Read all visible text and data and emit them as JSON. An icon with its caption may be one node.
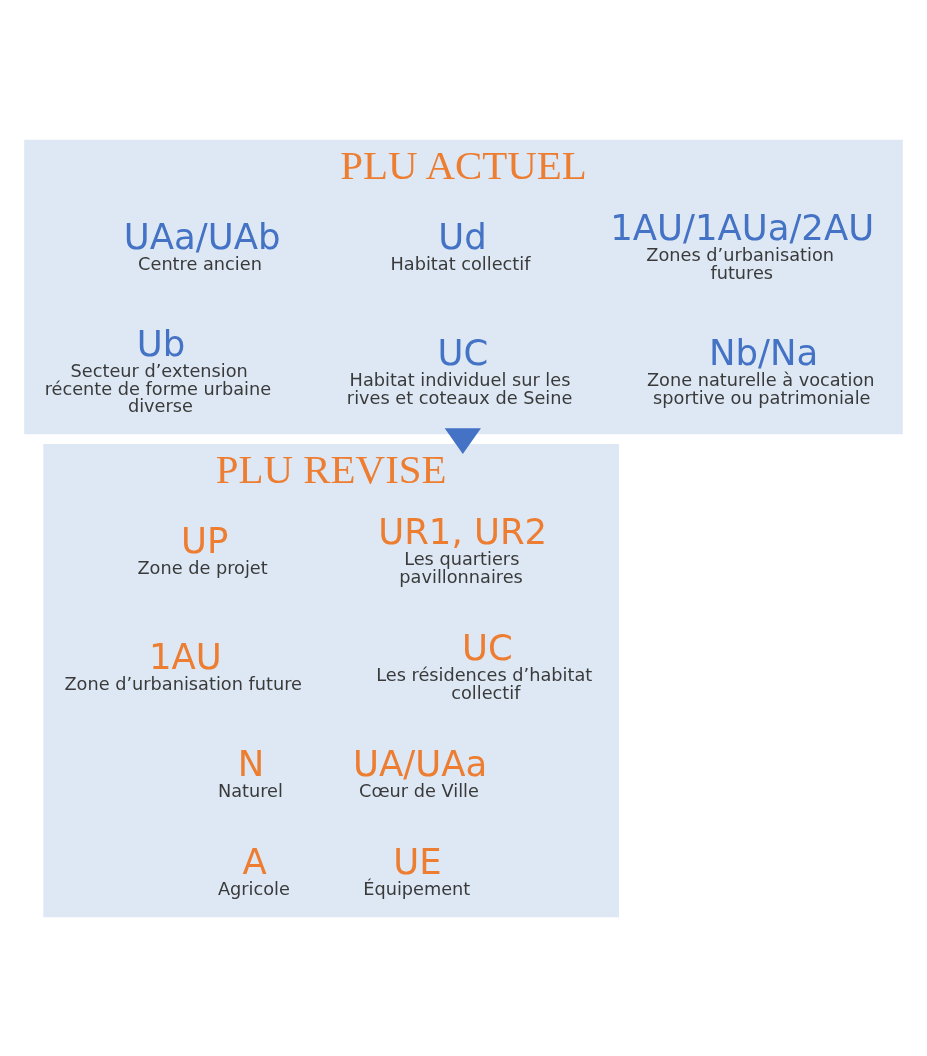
{
  "diagram": {
    "nodes": [
      {
        "text": [
          "PLU ACTUEL"
        ]
      },
      {
        "text": [
          "UAa/UAb",
          "Centre ancien"
        ],
        "in": 0
      },
      {
        "text": [
          "Ud",
          "Habitat collectif"
        ],
        "in": 0
      },
      {
        "text": [
          "1AU/1AUa/2AU",
          "Zones d’urbanisation futures"
        ],
        "in": 0
      },
      {
        "text": [
          "Ub",
          "Secteur d’extension récente de forme urbaine diverse"
        ],
        "in": 0
      },
      {
        "text": [
          "UC",
          "Habitat individuel sur les rives et coteaux de Seine"
        ],
        "in": 0
      },
      {
        "text": [
          "Nb/Na",
          "Zone naturelle à vocation sportive ou patrimoniale"
        ],
        "in": 0
      },
      {
        "text": [
          "PLU REVISE"
        ]
      },
      {
        "text": [
          "UP",
          "Zone de projet"
        ],
        "in": 7
      },
      {
        "text": [
          "UR1, UR2",
          "Les quartiers pavillonnaires"
        ],
        "in": 7
      },
      {
        "text": [
          "1AU",
          "Zone d’urbanisation future"
        ],
        "in": 7
      },
      {
        "text": [
          "UC",
          "Les résidences d’habitat collectif"
        ],
        "in": 7
      },
      {
        "text": [
          "N",
          "Naturel"
        ],
        "in": 7
      },
      {
        "text": [
          "UA/UAa",
          "Cœur de Ville"
        ],
        "in": 7
      },
      {
        "text": [
          "A",
          "Agricole"
        ],
        "in": 7
      },
      {
        "text": [
          "UE",
          "Équipement"
        ],
        "in": 7
      }
    ],
    "edges": [
      {
        "from": 0,
        "to": 7,
        "arrow": "to",
        "style": "thick"
      }
    ]
  }
}
